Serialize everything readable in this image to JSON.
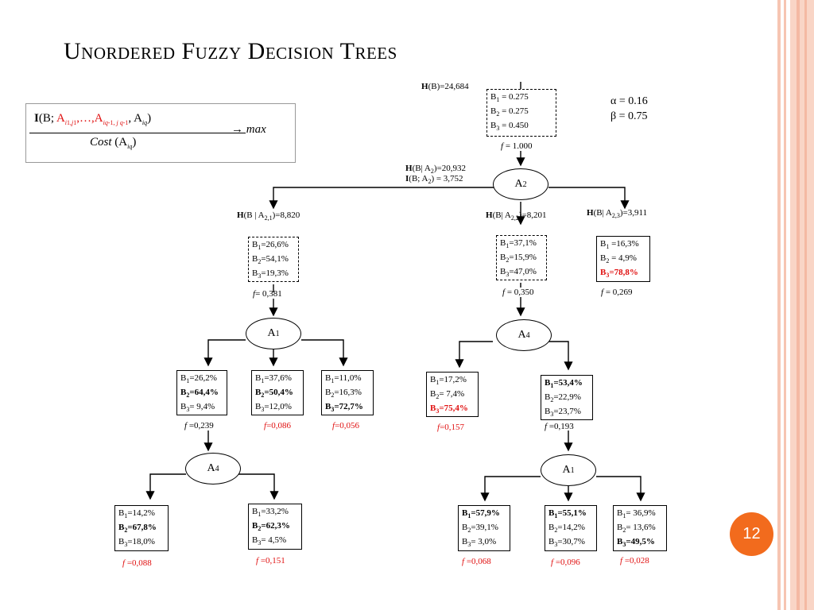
{
  "slide": {
    "title": "Unordered Fuzzy Decision Trees",
    "page_number": "12",
    "accent_color": "#f26b1d",
    "stripe_color": "#f4b9a3"
  },
  "formula": {
    "numerator": "I(B; Ai1,j1,…,Aiq-1, j q-1, Aiq)",
    "denominator": "Cost (Aiq)",
    "objective": "→ max"
  },
  "params": {
    "alpha": "α = 0.16",
    "beta": "β = 0.75"
  },
  "entropy": {
    "root": "H(B)=24,684",
    "a2_h": "H(B| A2)=20,932",
    "a2_i": "I(B; A2) =  3,752",
    "a21": "H(B | A2,1)=8,820",
    "a22": "H(B| A2,2)=8,201",
    "a23": "H(B| A2,3)=3,911"
  },
  "nodes": {
    "root_box": {
      "b1": "B1 = 0.275",
      "b2": "B2 = 0.275",
      "b3": "B3 = 0.450",
      "f": "f = 1.000"
    },
    "a2": "A2",
    "left_box": {
      "b1": "B1=26,6%",
      "b2": "B2=54,1%",
      "b3": "B3=19,3%",
      "f": "f= 0,381"
    },
    "mid_box": {
      "b1": "B1=37,1%",
      "b2": "B2=15,9%",
      "b3": "B3=47,0%",
      "f": "f = 0,350"
    },
    "right_box": {
      "b1": "B1 =16,3%",
      "b2": "B2 =  4,9%",
      "b3": "B3=78,8%",
      "f": "f = 0,269"
    },
    "a1_left": "A1",
    "a4_mid": "A4",
    "l1": {
      "b1": "B1=26,2%",
      "b2": "B2=64,4%",
      "b3": "B3=  9,4%",
      "f": "f =0,239"
    },
    "l2": {
      "b1": "B1=37,6%",
      "b2": "B2=50,4%",
      "b3": "B3=12,0%",
      "f": "f=0,086"
    },
    "l3": {
      "b1": "B1=11,0%",
      "b2": "B2=16,3%",
      "b3": "B3=72,7%",
      "f": "f=0,056"
    },
    "m1": {
      "b1": "B1=17,2%",
      "b2": "B2=  7,4%",
      "b3": "B3=75,4%",
      "f": "f=0,157"
    },
    "m2": {
      "b1": "B1=53,4%",
      "b2": "B2=22,9%",
      "b3": "B3=23,7%",
      "f": "f =0,193"
    },
    "a4_left": "A4",
    "a1_mid": "A1",
    "ll1": {
      "b1": "B1=14,2%",
      "b2": "B2=67,8%",
      "b3": "B3=18,0%",
      "f": "f =0,088"
    },
    "ll2": {
      "b1": "B1=33,2%",
      "b2": "B2=62,3%",
      "b3": "B3=  4,5%",
      "f": "f =0,151"
    },
    "mm1": {
      "b1": "B1=57,9%",
      "b2": "B2=39,1%",
      "b3": "B3=  3,0%",
      "f": "f =0,068"
    },
    "mm2": {
      "b1": "B1=55,1%",
      "b2": "B2=14,2%",
      "b3": "B3=30,7%",
      "f": "f =0,096"
    },
    "mm3": {
      "b1": "B1= 36,9%",
      "b2": "B2= 13,6%",
      "b3": "B3=49,5%",
      "f": "f =0,028"
    }
  }
}
